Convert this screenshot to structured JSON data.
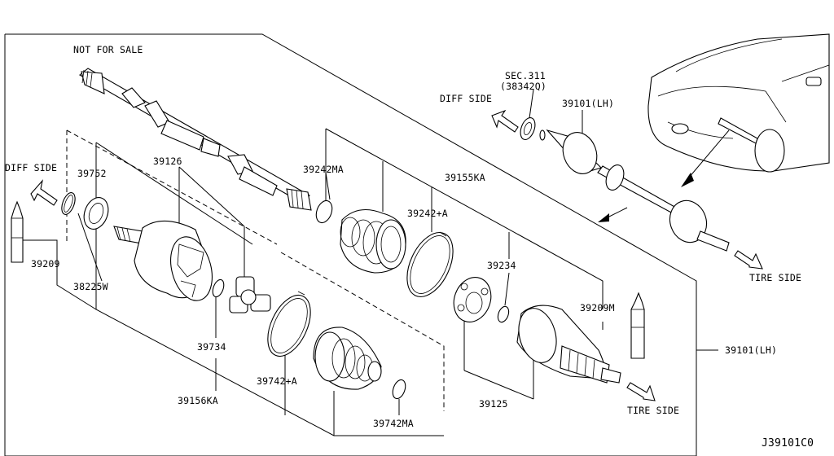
{
  "diagram": {
    "id": "J39101C0",
    "parts": {
      "p39752": "39752",
      "p39126": "39126",
      "p39209": "39209",
      "p38225w": "38225W",
      "p39734": "39734",
      "p39156ka": "39156KA",
      "p39242ma": "39242MA",
      "p39242a": "39242+A",
      "p39155ka": "39155KA",
      "p39234": "39234",
      "p39209m": "39209M",
      "p39742a": "39742+A",
      "p39742ma": "39742MA",
      "p39125": "39125",
      "p39101lh_main": "39101(LH)",
      "p39101lh_top": "39101(LH)",
      "sec311": "SEC.311",
      "sec311_ref": "(38342Q)"
    },
    "notes": {
      "not_for_sale": "NOT FOR SALE",
      "diff_side_left": "DIFF SIDE",
      "diff_side_top": "DIFF SIDE",
      "tire_side_right": "TIRE SIDE",
      "tire_side_bottom": "TIRE SIDE"
    }
  }
}
